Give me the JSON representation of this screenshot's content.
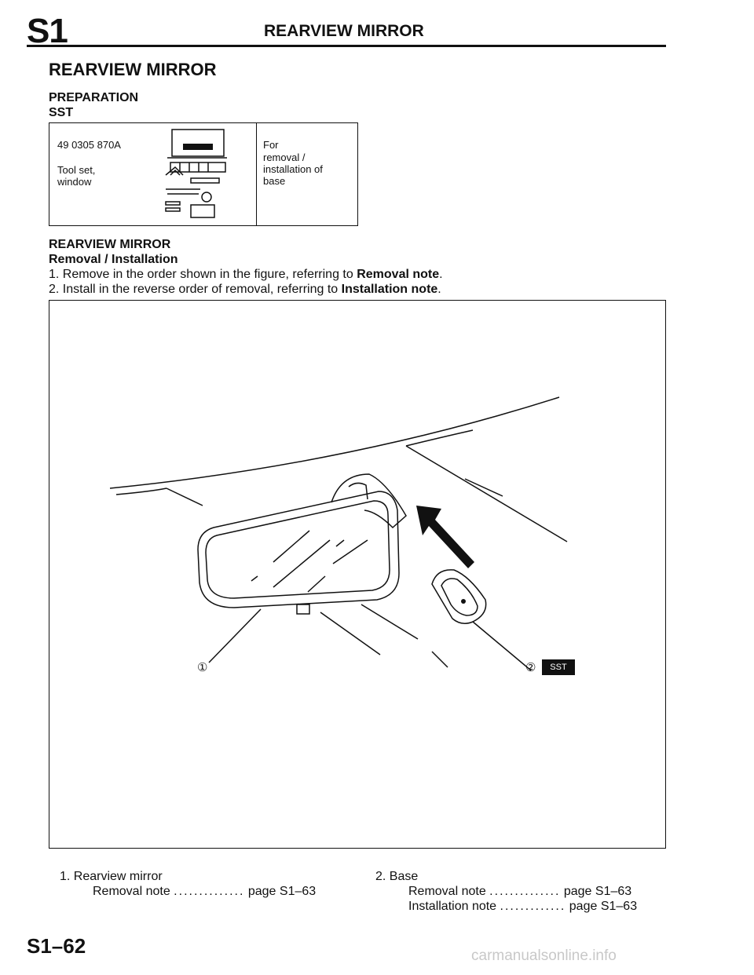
{
  "header": {
    "section_code": "S1",
    "title": "REARVIEW MIRROR"
  },
  "page_title": "REARVIEW MIRROR",
  "preparation": {
    "heading": "PREPARATION",
    "subheading": "SST",
    "tool": {
      "number": "49 0305 870A",
      "name_line1": "Tool set,",
      "name_line2": "window",
      "purpose_lines": [
        "For",
        "removal /",
        "installation of",
        "base"
      ]
    }
  },
  "procedure": {
    "heading": "REARVIEW MIRROR",
    "subheading": "Removal / Installation",
    "step1": {
      "num": "1.",
      "text": "Remove in the order shown in the figure, referring to ",
      "ref": "Removal note",
      "end": "."
    },
    "step2": {
      "num": "2.",
      "text": "Install in the reverse order of removal, referring to ",
      "ref": "Installation note",
      "end": "."
    }
  },
  "figure": {
    "callout1": "①",
    "callout2": "②",
    "sst_badge": "SST"
  },
  "legend": {
    "item1": {
      "label": "1. Rearview mirror",
      "note_label": "Removal note",
      "dots": "..............",
      "page": "page S1–63"
    },
    "item2": {
      "label": "2. Base",
      "note1_label": "Removal note",
      "note1_dots": "..............",
      "note1_page": "page S1–63",
      "note2_label": "Installation note",
      "note2_dots": ".............",
      "note2_page": "page S1–63"
    }
  },
  "footer": {
    "page_number": "S1–62",
    "watermark": "carmanualsonline.info"
  }
}
